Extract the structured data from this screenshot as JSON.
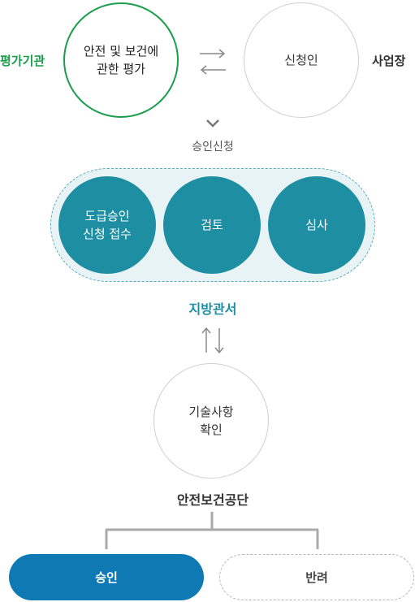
{
  "top": {
    "eval_org_label": "평가기관",
    "eval_circle": [
      "안전 및 보건에",
      "관한 평가"
    ],
    "applicant_circle": "신청인",
    "workplace_label": "사업장"
  },
  "application_label": "승인신청",
  "steps": [
    [
      "도급승인",
      "신청 접수"
    ],
    [
      "검토"
    ],
    [
      "심사"
    ]
  ],
  "regional_office_label": "지방관서",
  "tech_circle": [
    "기술사항",
    "확인"
  ],
  "agency_label": "안전보건공단",
  "results": {
    "approve": "승인",
    "reject": "반려"
  },
  "colors": {
    "green": "#1a9e4b",
    "teal": "#1e8fa3",
    "blue": "#0e79b2",
    "gray": "#cfcfcf"
  }
}
